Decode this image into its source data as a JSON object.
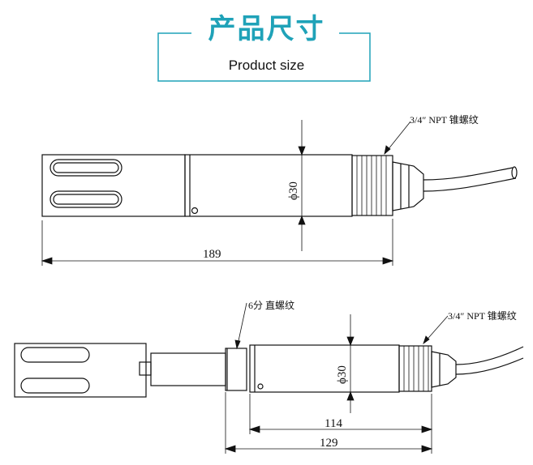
{
  "header": {
    "title": "产品尺寸",
    "subtitle": "Product size"
  },
  "views": {
    "side": {
      "thread_label": "3/4″ NPT 锥螺纹",
      "diameter_label": "ϕ30",
      "length_label": "189"
    },
    "extended": {
      "straight_thread_label": "6分 直螺纹",
      "thread_label": "3/4″ NPT 锥螺纹",
      "diameter_label": "ϕ30",
      "body_length_label": "114",
      "total_length_label": "129"
    }
  },
  "colors": {
    "accent": "#1fa2b8",
    "line": "#111111"
  }
}
